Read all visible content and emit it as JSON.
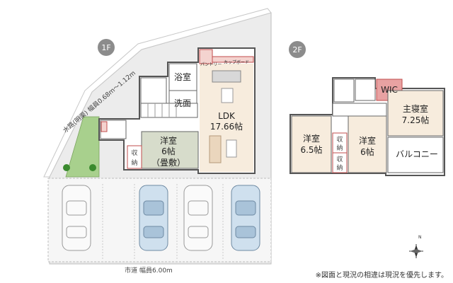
{
  "floors": {
    "first": "1F",
    "second": "2F"
  },
  "rooms1f": {
    "bath": "浴室",
    "wash": "洗面",
    "ldk": "LDK",
    "ldk_size": "17.66帖",
    "pantry": "パントリー",
    "cupboard": "カップボード",
    "western": "洋室",
    "western_size": "6帖",
    "western_note": "（畳敷）",
    "storage_a": "収",
    "storage_b": "納"
  },
  "rooms2f": {
    "wic": "WIC",
    "master": "主寝室",
    "master_size": "7.25帖",
    "west1": "洋室",
    "west1_size": "6.5帖",
    "west2": "洋室",
    "west2_size": "6帖",
    "balcony": "バルコニー",
    "storage_a": "収",
    "storage_b": "納"
  },
  "site": {
    "waterway": "水路(明渠)  幅員0.68m～1.12m",
    "road": "市道  幅員6.00m"
  },
  "compass": {
    "north": "N"
  },
  "footnote": "※図面と現況の相違は現況を優先します。",
  "colors": {
    "ldk": "#f7ecdd",
    "western_tatami": "#d7dccb",
    "green": "#a8d08d",
    "wic": "#e8a2a2",
    "site_grey": "#ededed",
    "floor_badge": "#8c8c8c"
  }
}
